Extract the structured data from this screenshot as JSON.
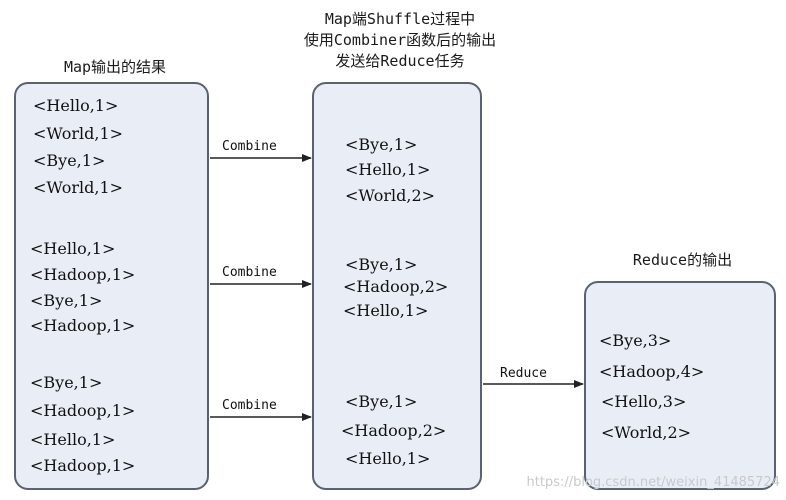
{
  "headings": {
    "map_output": "Map输出的结果",
    "shuffle_line1": "Map端Shuffle过程中",
    "shuffle_line2": "使用Combiner函数后的输出",
    "shuffle_line3": "发送给Reduce任务",
    "reduce_output": "Reduce的输出"
  },
  "map_groups": [
    [
      "<Hello,1>",
      "<World,1>",
      "<Bye,1>",
      "<World,1>"
    ],
    [
      "<Hello,1>",
      "<Hadoop,1>",
      "<Bye,1>",
      "<Hadoop,1>"
    ],
    [
      "<Bye,1>",
      "<Hadoop,1>",
      "<Hello,1>",
      "<Hadoop,1>"
    ]
  ],
  "combined_groups": [
    [
      "<Bye,1>",
      "<Hello,1>",
      "<World,2>"
    ],
    [
      "<Bye,1>",
      "<Hadoop,2>",
      "<Hello,1>"
    ],
    [
      "<Bye,1>",
      "<Hadoop,2>",
      "<Hello,1>"
    ]
  ],
  "reduce_items": [
    "<Bye,3>",
    "<Hadoop,4>",
    "<Hello,3>",
    "<World,2>"
  ],
  "arrow_labels": {
    "combine_1": "Combine",
    "combine_2": "Combine",
    "combine_3": "Combine",
    "reduce": "Reduce"
  },
  "watermark": "https://blog.csdn.net/weixin_41485724",
  "colors": {
    "box_fill": "#e9eef6",
    "box_border": "#5a6270",
    "arrow": "#222222"
  }
}
